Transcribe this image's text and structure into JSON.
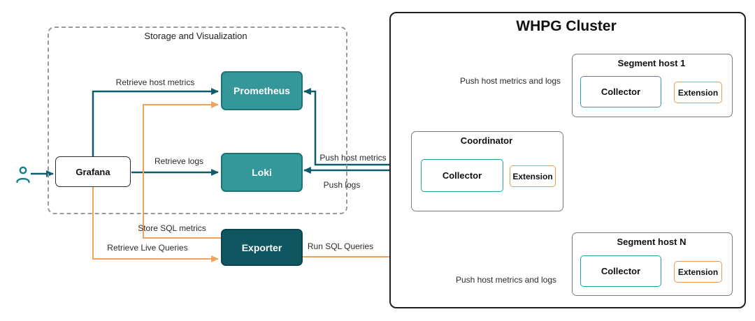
{
  "storage": {
    "title": "Storage and Visualization",
    "grafana": "Grafana",
    "prometheus": "Prometheus",
    "loki": "Loki",
    "exporter": "Exporter"
  },
  "cluster": {
    "title": "WHPG Cluster",
    "segment1": {
      "title": "Segment host 1",
      "collector": "Collector",
      "extension": "Extension"
    },
    "coordinator": {
      "title": "Coordinator",
      "collector": "Collector",
      "extension": "Extension"
    },
    "segmentN": {
      "title": "Segment host N",
      "collector": "Collector",
      "extension": "Extension"
    }
  },
  "edges": {
    "retrieve_host_metrics": "Retrieve host metrics",
    "retrieve_logs": "Retrieve logs",
    "store_sql_metrics": "Store SQL metrics",
    "retrieve_live_queries": "Retrieve Live Queries",
    "push_host_metrics": "Push host metrics",
    "push_logs": "Push logs",
    "run_sql_queries": "Run SQL Queries",
    "seg1_push": "Push host metrics and logs",
    "segN_push": "Push host metrics and logs"
  },
  "colors": {
    "teal_fill": "#34989A",
    "teal_border": "#1E7376",
    "dark_teal_arrow": "#0B5D6B",
    "light_teal_arrow": "#2E9E9F",
    "orange_arrow": "#F0A35C",
    "exporter_fill": "#0F5660"
  }
}
